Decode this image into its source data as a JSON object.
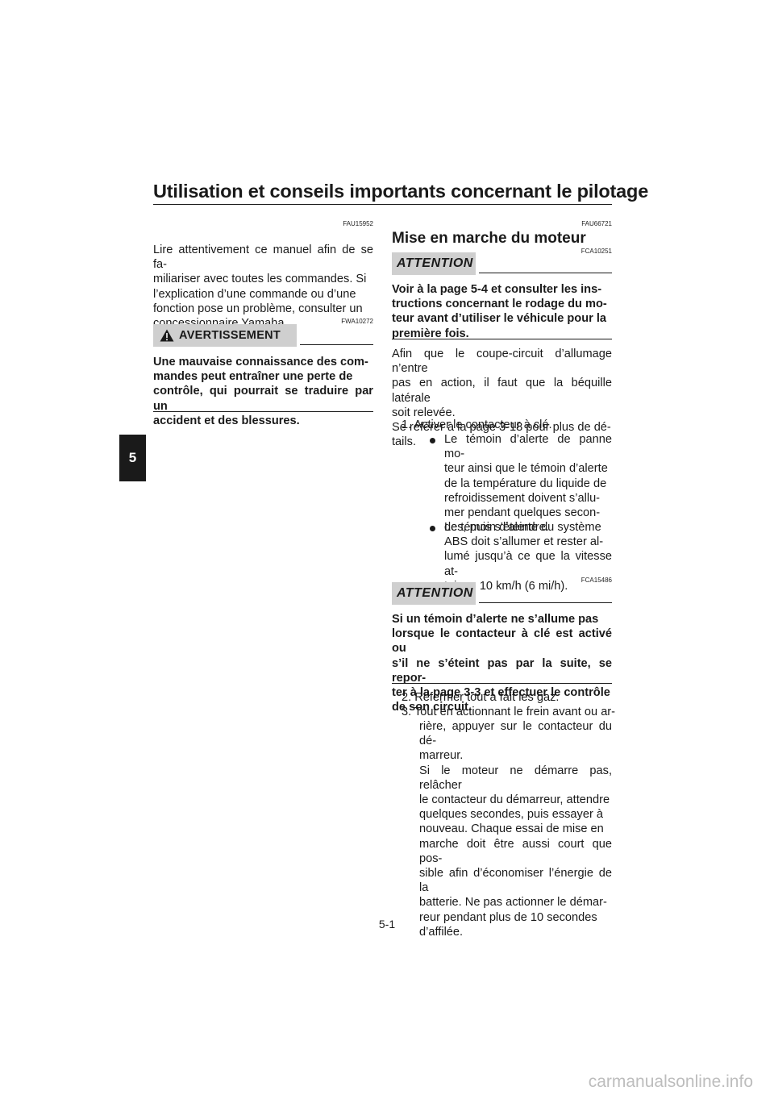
{
  "header": {
    "title": "Utilisation et conseils importants concernant le pilotage",
    "chapter_tab": "5"
  },
  "left": {
    "code_intro": "FAU15952",
    "intro_lines": [
      "Lire attentivement ce manuel afin de se fa-",
      "miliariser avec toutes les commandes. Si",
      "l’explication d’une commande ou d’une",
      "fonction pose un problème, consulter un",
      "concessionnaire Yamaha."
    ],
    "warning": {
      "code": "FWA10272",
      "label": "AVERTISSEMENT",
      "lines": [
        "Une mauvaise connaissance des com-",
        "mandes peut entraîner une perte de",
        "contrôle, qui pourrait se traduire par un",
        "accident et des blessures."
      ]
    }
  },
  "right": {
    "section_code": "FAU66721",
    "section_title": "Mise en marche du moteur",
    "attention1": {
      "code": "FCA10251",
      "label": "ATTENTION",
      "lines": [
        "Voir à la page 5-4 et consulter les ins-",
        "tructions concernant le rodage du mo-",
        "teur avant d’utiliser le véhicule pour la",
        "première fois."
      ]
    },
    "para_lines": [
      "Afin que le coupe-circuit d’allumage n’entre",
      "pas en action, il faut que la béquille latérale",
      "soit relevée.",
      "Se référer à la page 3-18 pour plus de dé-",
      "tails."
    ],
    "step1": "1. Activer le contacteur à clé.",
    "bullet1_lines": [
      "Le témoin d’alerte de panne mo-",
      "teur ainsi que le témoin d’alerte",
      "de la température du liquide de",
      "refroidissement doivent s’allu-",
      "mer pendant quelques secon-",
      "des, puis s’éteindre."
    ],
    "bullet2_lines": [
      "Le témoin d’alerte du système",
      "ABS doit s’allumer et rester al-",
      "lumé jusqu’à ce que la vitesse at-",
      "teigne 10 km/h (6 mi/h)."
    ],
    "attention2": {
      "code": "FCA15486",
      "label": "ATTENTION",
      "lines": [
        "Si un témoin d’alerte ne s’allume pas",
        "lorsque le contacteur à clé est activé ou",
        "s’il ne s’éteint pas par la suite, se repor-",
        "ter à la page 3-3 et effectuer le contrôle",
        "de son circuit."
      ]
    },
    "step2": "2. Refermer tout à fait les gaz.",
    "step3_lines": [
      "3. Tout en actionnant le frein avant ou ar-",
      "rière, appuyer sur le contacteur du dé-",
      "marreur."
    ],
    "step3_para_lines": [
      "Si le moteur ne démarre pas, relâcher",
      "le contacteur du démarreur, attendre",
      "quelques secondes, puis essayer à",
      "nouveau. Chaque essai de mise en",
      "marche doit être aussi court que pos-",
      "sible afin d’économiser l’énergie de la",
      "batterie. Ne pas actionner le démar-",
      "reur pendant plus de 10 secondes",
      "d’affilée."
    ]
  },
  "footer": {
    "page_number": "5-1",
    "watermark": "carmanualsonline.info"
  }
}
